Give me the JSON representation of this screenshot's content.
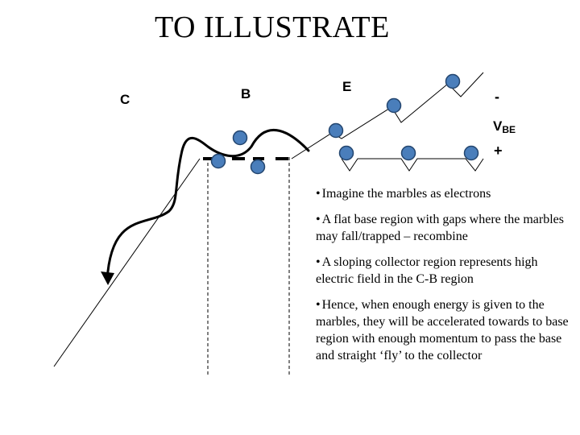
{
  "title": "TO ILLUSTRATE",
  "labels": {
    "collector": "C",
    "base": "B",
    "emitter": "E",
    "minus": "-",
    "vbe_main": "V",
    "vbe_sub": "BE",
    "plus": "+"
  },
  "bullets": [
    "Imagine the marbles as electrons",
    "A flat base region with gaps where the marbles may fall/trapped – recombine",
    "A sloping collector region represents high electric field in the C-B region",
    "Hence, when enough energy is given to the marbles, they will be accelerated towards to base region with enough momentum to pass the base and straight ‘fly’ to the collector"
  ],
  "bullet_symbol": "•",
  "colors": {
    "marble_fill": "#4a7ebb",
    "marble_stroke": "#24466f",
    "line": "#000000"
  }
}
